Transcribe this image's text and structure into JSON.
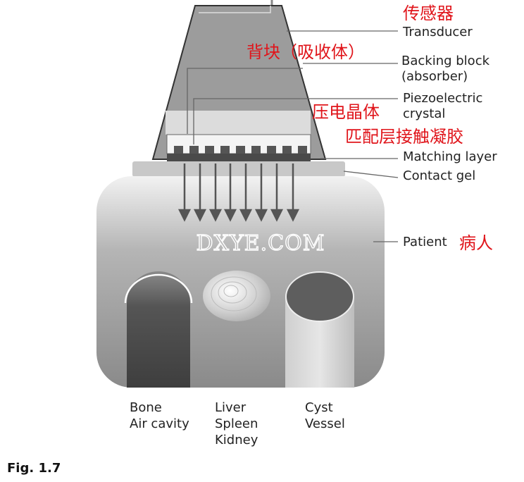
{
  "labels": {
    "transducer": "Transducer",
    "transducer_zh": "传感器",
    "backing_block": "Backing block",
    "absorber": "(absorber)",
    "backing_zh": "背块（吸收体）",
    "piezo": "Piezoelectric",
    "crystal": "crystal",
    "piezo_zh": "压电晶体",
    "matching_gel_zh": "匹配层接触凝胶",
    "matching_layer": "Matching layer",
    "contact_gel": "Contact gel",
    "patient": "Patient",
    "patient_zh": "病人"
  },
  "bottom_labels": {
    "bone": [
      "Bone",
      "Air cavity"
    ],
    "liver": [
      "Liver",
      "Spleen",
      "Kidney"
    ],
    "cyst": [
      "Cyst",
      "Vessel"
    ]
  },
  "watermark": "DXYE.COM",
  "figure_caption": "Fig. 1.7"
}
